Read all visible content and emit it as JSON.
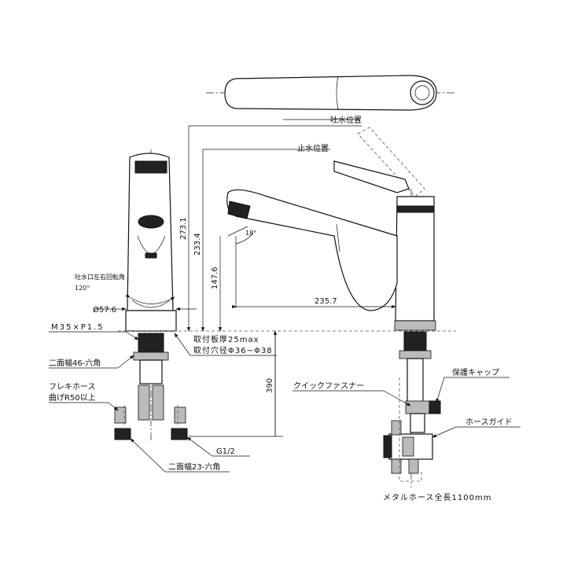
{
  "drawing": {
    "labels": {
      "spout_position": "吐水位置",
      "stop_position": "止水位置",
      "spout_rotation": "吐水口左右回転角",
      "rotation_angle": "120°",
      "diameter": "Ø57.6",
      "thread": "M35×P1.5",
      "plate_thickness": "取付板厚25max",
      "hole_diameter": "取付穴径Φ36~Φ38",
      "hex46": "二面幅46-六角",
      "flex_hose": "フレキホース",
      "bend_radius": "曲げR50以上",
      "g_thread": "G1/2",
      "hex23": "二面幅23-六角",
      "quick_fastener": "クイックファスナー",
      "protective_cap": "保護キャップ",
      "hose_guide": "ホースガイド",
      "metal_hose": "メタルホース全長1100mm"
    },
    "dimensions": {
      "d273": "273.1",
      "d233": "233.4",
      "d147": "147.6",
      "d235": "235.7",
      "d390": "390",
      "angle18": "18°"
    }
  }
}
